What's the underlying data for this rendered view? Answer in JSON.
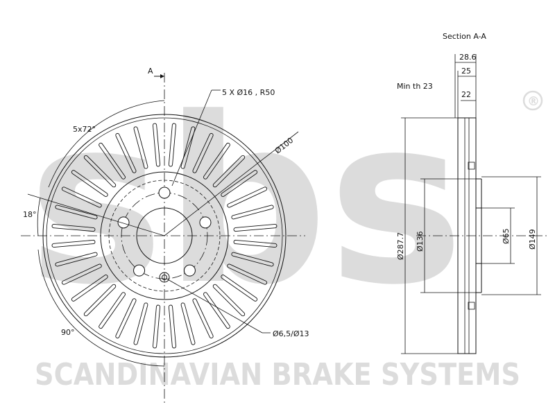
{
  "watermark": {
    "logo": "sbs",
    "registered": "®",
    "footer": "SCANDINAVIAN BRAKE SYSTEMS",
    "color": "#dcdcdc"
  },
  "front_view": {
    "section_marker": "A",
    "bolt_pattern": "5 X Ø16 , R50",
    "pitch": "Ø100",
    "bolt_angle": "5x72°",
    "offset_angle": "18°",
    "quarter_angle": "90°",
    "small_holes": "Ø6,5/Ø13",
    "vent_count": 36
  },
  "section_view": {
    "title": "Section A-A",
    "min_thickness": "Min th 23",
    "dims": {
      "overall_height": "28.6",
      "hat_height": "25",
      "disc_thickness": "22",
      "outer_diameter": "Ø287.7",
      "inner_diameter": "Ø136",
      "center_bore": "Ø65",
      "hat_diameter": "Ø149"
    }
  }
}
